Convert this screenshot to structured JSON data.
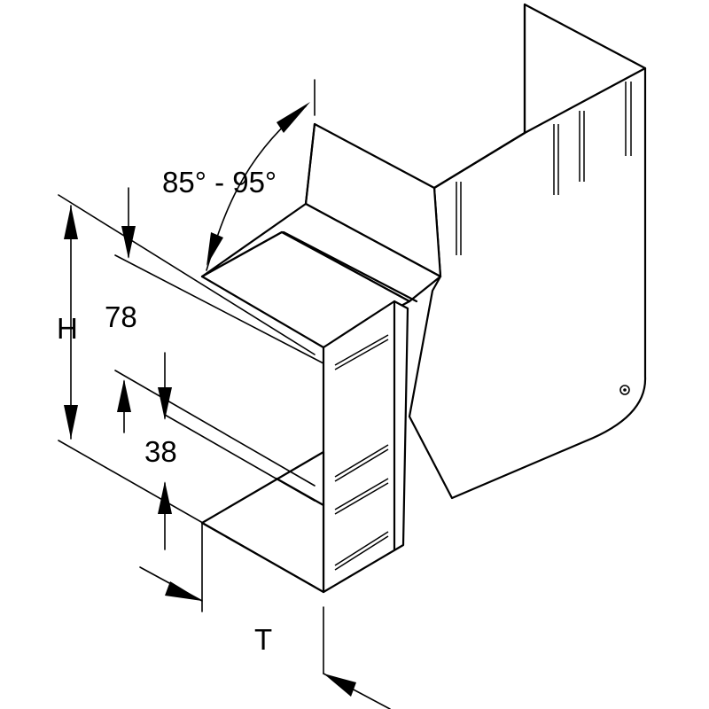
{
  "labels": {
    "angle": "85° - 95°",
    "height_symbol": "H",
    "height_value": "78",
    "flange_value": "38",
    "thickness_symbol": "T"
  }
}
